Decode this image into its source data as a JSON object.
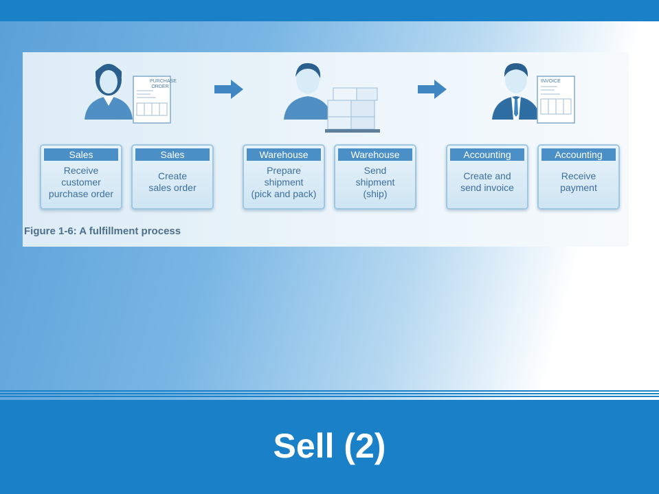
{
  "figure": {
    "caption": "Figure 1-6: A fulfillment process",
    "documents": {
      "purchase_order": "PURCHASE ORDER",
      "invoice": "INVOICE"
    },
    "steps": [
      {
        "department": "Sales",
        "task": "Receive\ncustomer\npurchase order"
      },
      {
        "department": "Sales",
        "task": "Create\nsales order"
      },
      {
        "department": "Warehouse",
        "task": "Prepare\nshipment\n(pick and pack)"
      },
      {
        "department": "Warehouse",
        "task": "Send\nshipment\n(ship)"
      },
      {
        "department": "Accounting",
        "task": "Create and\nsend invoice"
      },
      {
        "department": "Accounting",
        "task": "Receive\npayment"
      }
    ]
  },
  "slide": {
    "title": "Sell (2)"
  },
  "colors": {
    "brand_blue": "#1a80c8",
    "header_blue": "#4a8fc6",
    "text_blue": "#3d6f9c"
  }
}
